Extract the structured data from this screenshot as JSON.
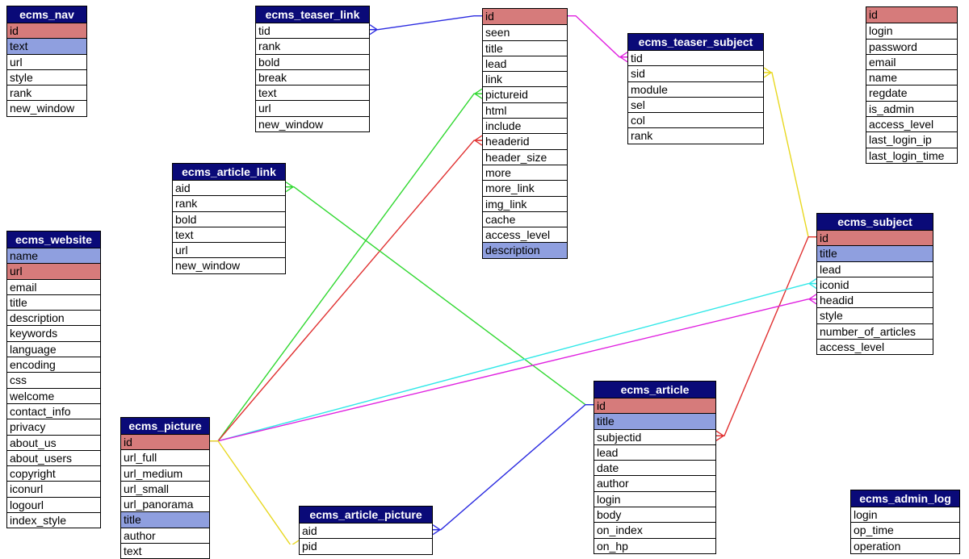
{
  "colors": {
    "header": "#0a0a78",
    "primary_key": "#d67b7b",
    "indexed": "#8f9fdf",
    "blue": "#2a2ae0",
    "magenta": "#e020e0",
    "green": "#30d830",
    "red": "#e03030",
    "yellow": "#e8d820",
    "cyan": "#30e8e8"
  },
  "tables": [
    {
      "key": "nav",
      "title": "ecms_nav",
      "fields": [
        {
          "name": "id",
          "kind": "pk"
        },
        {
          "name": "text",
          "kind": "idx"
        },
        {
          "name": "url"
        },
        {
          "name": "style"
        },
        {
          "name": "rank"
        },
        {
          "name": "new_window"
        }
      ]
    },
    {
      "key": "teaser_link",
      "title": "ecms_teaser_link",
      "fields": [
        {
          "name": "tid"
        },
        {
          "name": "rank"
        },
        {
          "name": "bold"
        },
        {
          "name": "break"
        },
        {
          "name": "text"
        },
        {
          "name": "url"
        },
        {
          "name": "new_window"
        }
      ]
    },
    {
      "key": "teaser",
      "title": "",
      "fields": [
        {
          "name": "id",
          "kind": "pk"
        },
        {
          "name": "seen"
        },
        {
          "name": "title"
        },
        {
          "name": "lead"
        },
        {
          "name": "link"
        },
        {
          "name": "pictureid"
        },
        {
          "name": "html"
        },
        {
          "name": "include"
        },
        {
          "name": "headerid"
        },
        {
          "name": "header_size"
        },
        {
          "name": "more"
        },
        {
          "name": "more_link"
        },
        {
          "name": "img_link"
        },
        {
          "name": "cache"
        },
        {
          "name": "access_level"
        },
        {
          "name": "description",
          "kind": "idx"
        }
      ]
    },
    {
      "key": "teaser_subject",
      "title": "ecms_teaser_subject",
      "fields": [
        {
          "name": "tid"
        },
        {
          "name": "sid"
        },
        {
          "name": "module"
        },
        {
          "name": "sel"
        },
        {
          "name": "col"
        },
        {
          "name": "rank"
        }
      ]
    },
    {
      "key": "user",
      "title": "",
      "fields": [
        {
          "name": "id",
          "kind": "pk"
        },
        {
          "name": "login"
        },
        {
          "name": "password"
        },
        {
          "name": "email"
        },
        {
          "name": "name"
        },
        {
          "name": "regdate"
        },
        {
          "name": "is_admin"
        },
        {
          "name": "access_level"
        },
        {
          "name": "last_login_ip"
        },
        {
          "name": "last_login_time"
        }
      ]
    },
    {
      "key": "article_link",
      "title": "ecms_article_link",
      "fields": [
        {
          "name": "aid"
        },
        {
          "name": "rank"
        },
        {
          "name": "bold"
        },
        {
          "name": "text"
        },
        {
          "name": "url"
        },
        {
          "name": "new_window"
        }
      ]
    },
    {
      "key": "website",
      "title": "ecms_website",
      "fields": [
        {
          "name": "name",
          "kind": "idx"
        },
        {
          "name": "url",
          "kind": "pk"
        },
        {
          "name": "email"
        },
        {
          "name": "title"
        },
        {
          "name": "description"
        },
        {
          "name": "keywords"
        },
        {
          "name": "language"
        },
        {
          "name": "encoding"
        },
        {
          "name": "css"
        },
        {
          "name": "welcome"
        },
        {
          "name": "contact_info"
        },
        {
          "name": "privacy"
        },
        {
          "name": "about_us"
        },
        {
          "name": "about_users"
        },
        {
          "name": "copyright"
        },
        {
          "name": "iconurl"
        },
        {
          "name": "logourl"
        },
        {
          "name": "index_style"
        }
      ]
    },
    {
      "key": "subject",
      "title": "ecms_subject",
      "fields": [
        {
          "name": "id",
          "kind": "pk"
        },
        {
          "name": "title",
          "kind": "idx"
        },
        {
          "name": "lead"
        },
        {
          "name": "iconid"
        },
        {
          "name": "headid"
        },
        {
          "name": "style"
        },
        {
          "name": "number_of_articles"
        },
        {
          "name": "access_level"
        }
      ]
    },
    {
      "key": "article",
      "title": "ecms_article",
      "fields": [
        {
          "name": "id",
          "kind": "pk"
        },
        {
          "name": "title",
          "kind": "idx"
        },
        {
          "name": "subjectid"
        },
        {
          "name": "lead"
        },
        {
          "name": "date"
        },
        {
          "name": "author"
        },
        {
          "name": "login"
        },
        {
          "name": "body"
        },
        {
          "name": "on_index"
        },
        {
          "name": "on_hp"
        }
      ]
    },
    {
      "key": "picture",
      "title": "ecms_picture",
      "fields": [
        {
          "name": "id",
          "kind": "pk"
        },
        {
          "name": "url_full"
        },
        {
          "name": "url_medium"
        },
        {
          "name": "url_small"
        },
        {
          "name": "url_panorama"
        },
        {
          "name": "title",
          "kind": "idx"
        },
        {
          "name": "author"
        },
        {
          "name": "text"
        }
      ]
    },
    {
      "key": "article_picture",
      "title": "ecms_article_picture",
      "fields": [
        {
          "name": "aid"
        },
        {
          "name": "pid"
        }
      ]
    },
    {
      "key": "admin_log",
      "title": "ecms_admin_log",
      "fields": [
        {
          "name": "login"
        },
        {
          "name": "op_time"
        },
        {
          "name": "operation"
        }
      ]
    }
  ],
  "relations": [
    {
      "from": "teaser_link.tid",
      "to": "teaser.id",
      "color": "blue"
    },
    {
      "from": "teaser_subject.tid",
      "to": "teaser.id",
      "color": "magenta"
    },
    {
      "from": "teaser_subject.sid",
      "to": "subject.id",
      "color": "yellow"
    },
    {
      "from": "teaser.pictureid",
      "to": "picture.id",
      "color": "green"
    },
    {
      "from": "teaser.headerid",
      "to": "picture.id",
      "color": "red"
    },
    {
      "from": "article_link.aid",
      "to": "article.id",
      "color": "green"
    },
    {
      "from": "article.subjectid",
      "to": "subject.id",
      "color": "red"
    },
    {
      "from": "subject.iconid",
      "to": "picture.id",
      "color": "cyan"
    },
    {
      "from": "subject.headid",
      "to": "picture.id",
      "color": "magenta"
    },
    {
      "from": "article_picture.aid",
      "to": "article.id",
      "color": "blue"
    },
    {
      "from": "article_picture.pid",
      "to": "picture.id",
      "color": "yellow"
    }
  ]
}
